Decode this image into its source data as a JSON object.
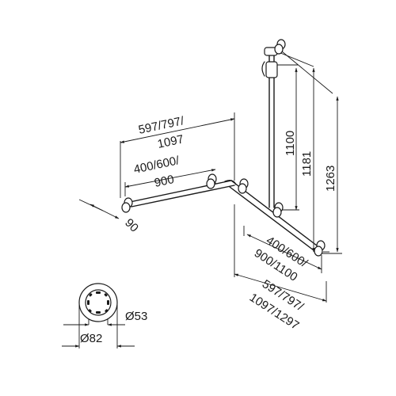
{
  "dimensions": {
    "horizontal_overall": [
      "597/797/",
      "1097"
    ],
    "horizontal_inner": [
      "400/600/",
      "900"
    ],
    "projection": "90",
    "vertical_1": "1100",
    "vertical_2": "1181",
    "vertical_3": "1263",
    "diagonal_inner": [
      "400/600/",
      "900/1100"
    ],
    "diagonal_overall": [
      "597/797/",
      "1097/1297"
    ],
    "rosette_inner": "Ø53",
    "rosette_outer": "Ø82"
  }
}
